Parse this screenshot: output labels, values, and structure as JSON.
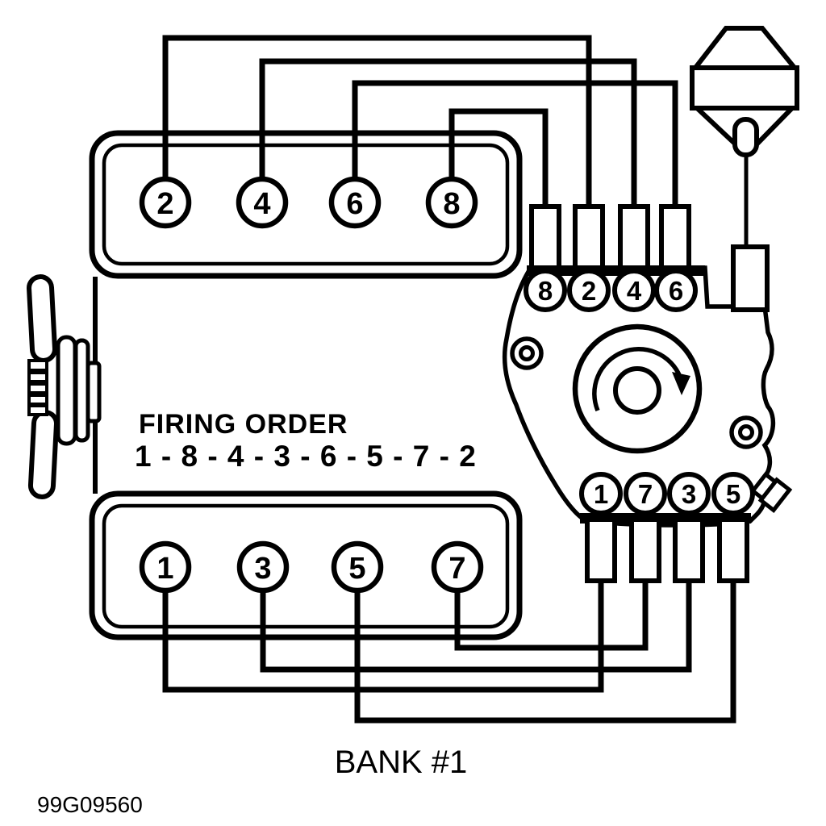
{
  "figure": {
    "title": "FIRING ORDER",
    "sequence": "1 - 8 - 4 - 3 - 6 - 5 - 7 - 2",
    "bank_label": "BANK #1",
    "figure_number": "99G09560"
  },
  "cylinders": {
    "top_bank": [
      "2",
      "4",
      "6",
      "8"
    ],
    "bottom_bank": [
      "1",
      "3",
      "5",
      "7"
    ]
  },
  "distributor": {
    "top_terminals": [
      "8",
      "2",
      "4",
      "6"
    ],
    "bottom_terminals": [
      "1",
      "7",
      "3",
      "5"
    ],
    "rotation_direction": "clockwise"
  },
  "colors": {
    "line": "#000000",
    "background": "#ffffff"
  }
}
